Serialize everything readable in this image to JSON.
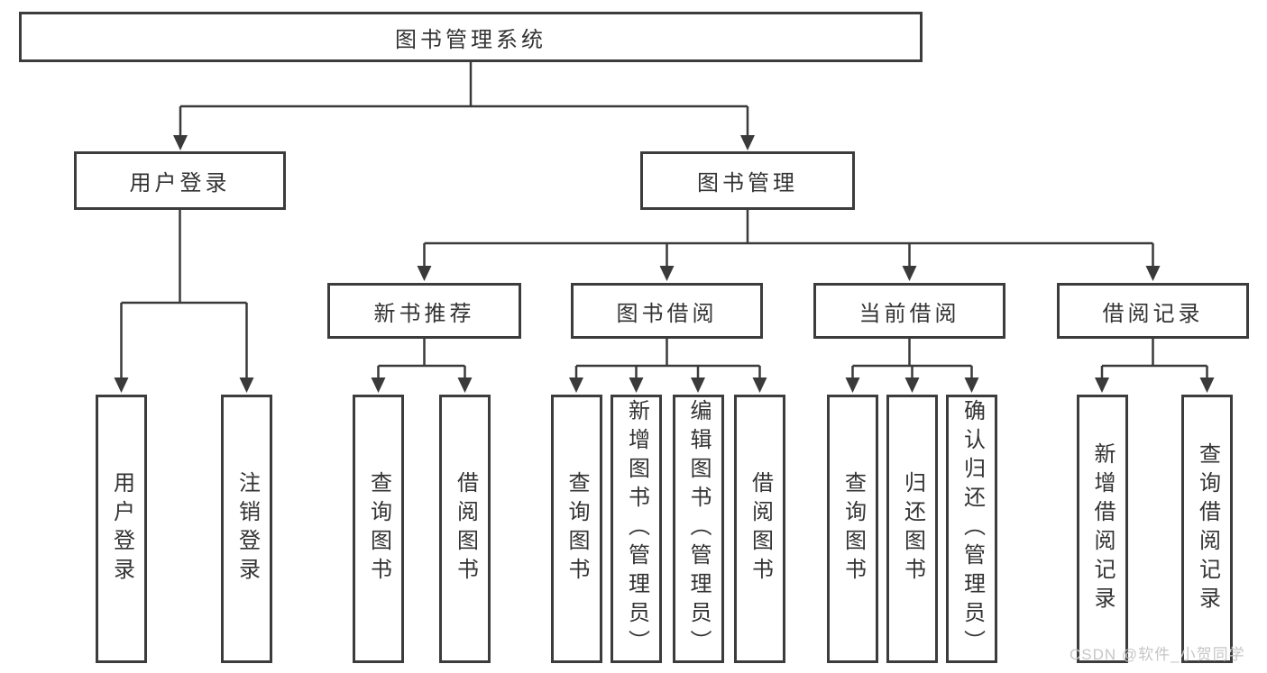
{
  "tree": {
    "root": "图书管理系统",
    "branches": [
      {
        "label": "用户登录",
        "children": [
          "用户登录",
          "注销登录"
        ]
      },
      {
        "label": "图书管理",
        "children": [
          {
            "label": "新书推荐",
            "children": [
              "查询图书",
              "借阅图书"
            ]
          },
          {
            "label": "图书借阅",
            "children": [
              "查询图书",
              "新增图书（管理员）",
              "编辑图书（管理员）",
              "借阅图书"
            ]
          },
          {
            "label": "当前借阅",
            "children": [
              "查询图书",
              "归还图书",
              "确认归还（管理员）"
            ]
          },
          {
            "label": "借阅记录",
            "children": [
              "新增借阅记录",
              "查询借阅记录"
            ]
          }
        ]
      }
    ]
  },
  "watermark": {
    "text": "CSDN @软件_小贺同学"
  },
  "colors": {
    "background": "#ffffff",
    "line": "#3a3a3a",
    "box_border": "#3c3c3c",
    "text": "#333333",
    "watermark": "#c6c6c6"
  }
}
